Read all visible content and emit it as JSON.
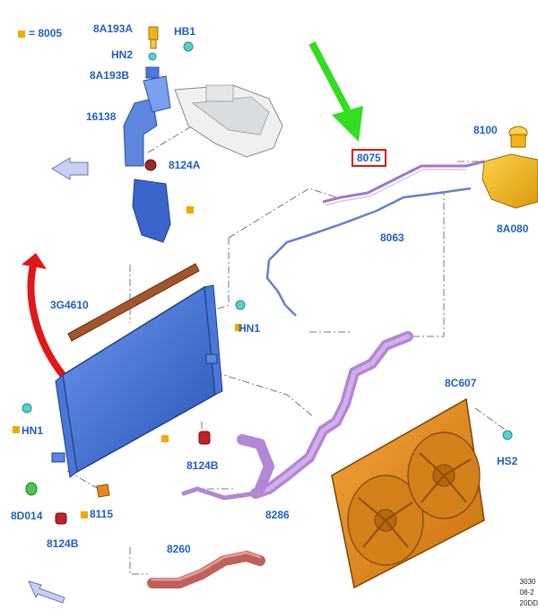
{
  "legend": {
    "symbol": "■",
    "text": "= 8005"
  },
  "labels": {
    "p8A193A": "8A193A",
    "pHB1": "HB1",
    "pHN2": "HN2",
    "p8A193B": "8A193B",
    "p16138": "16138",
    "p8124A": "8124A",
    "p8075": "8075",
    "p8100": "8100",
    "p8A080": "8A080",
    "p8063": "8063",
    "p3G4610": "3G4610",
    "pHN1a": "HN1",
    "pHN1b": "HN1",
    "p8124B_a": "8124B",
    "p8C607": "8C607",
    "pHS2": "HS2",
    "p8D014": "8D014",
    "p8115": "8115",
    "p8124B_b": "8124B",
    "p8286": "8286",
    "p8260": "8260"
  },
  "reference": {
    "line1": "3030",
    "line2": "08-2",
    "line3": "20DD"
  },
  "colors": {
    "label": "#1f5fc0",
    "radiator": "#3d6fd9",
    "hose_purple": "#b486d6",
    "fan_orange": "#e38a1c",
    "reservoir_yellow": "#f2b31a",
    "hose_red": "#c0605a",
    "seal_brown": "#9a4a1e",
    "highlight_red": "#e01818",
    "arrow_green": "#33dd22"
  }
}
